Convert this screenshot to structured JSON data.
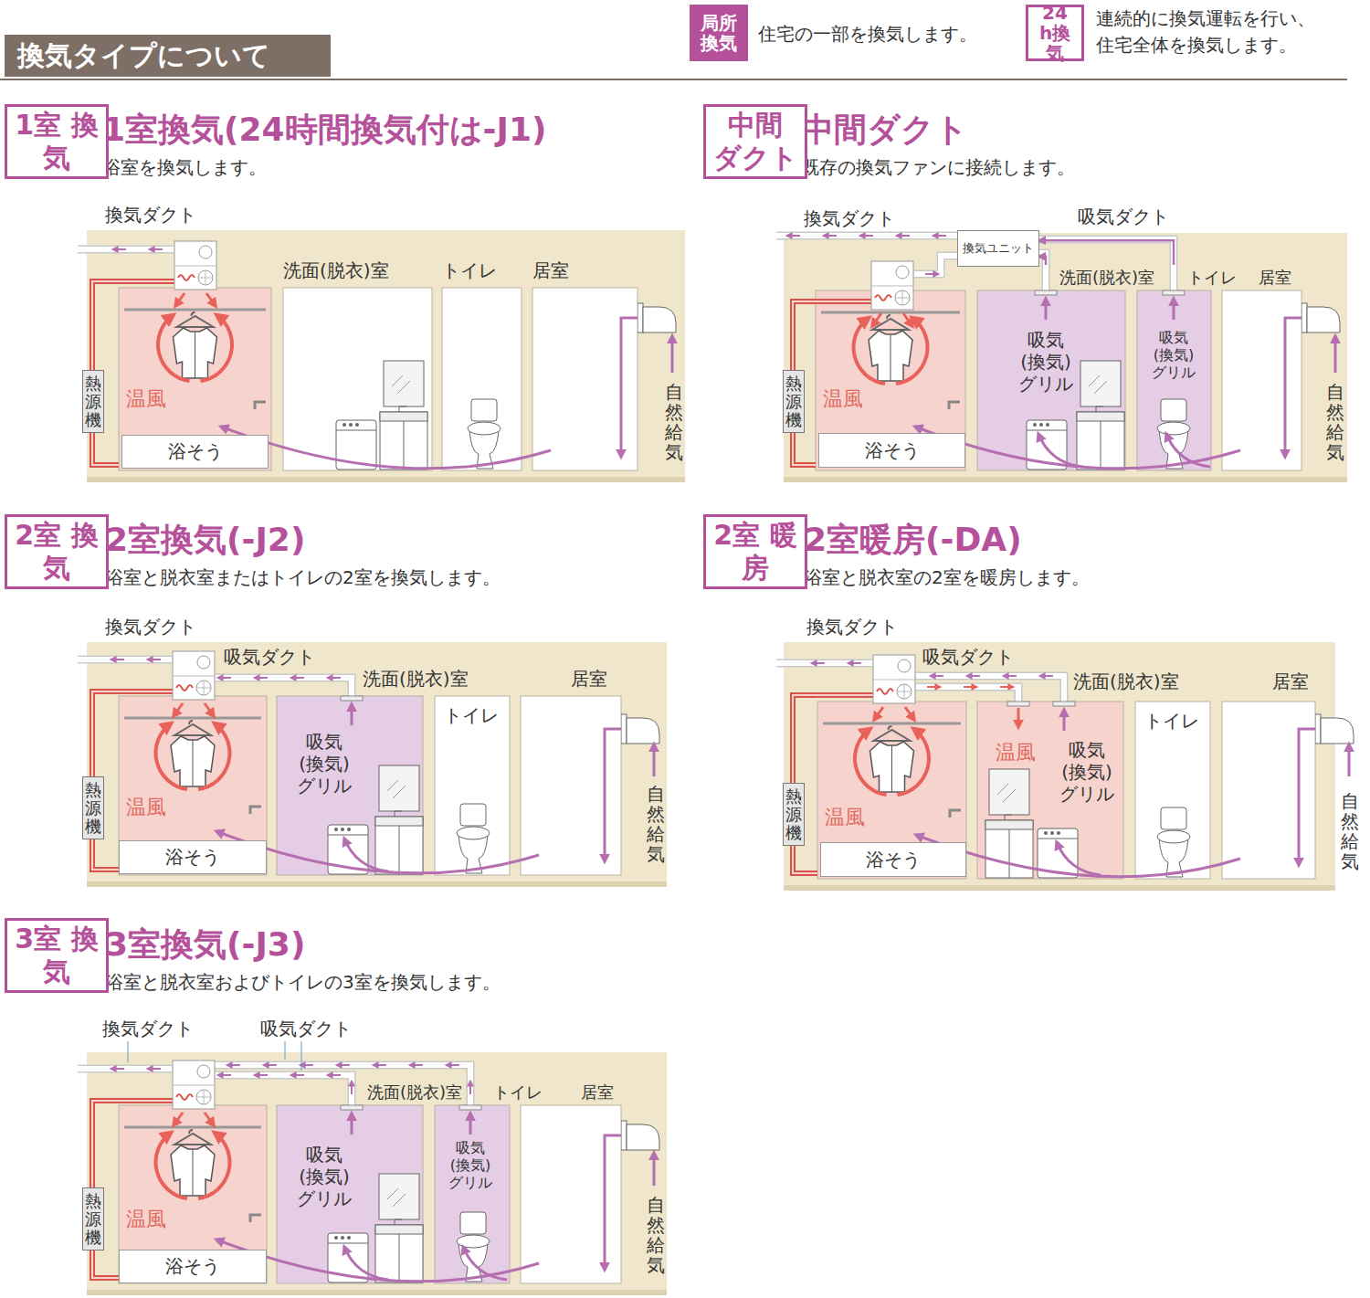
{
  "diagram": {
    "title": "換気タイプについて",
    "nodes": [
      {
        "text": [
          "1室換気(24時間換気付は-J1)",
          "浴室を換気します。"
        ]
      },
      {
        "text": [
          "1室 換気"
        ],
        "in": 0
      },
      {
        "text": [
          "熱源機"
        ],
        "in": 0
      },
      {
        "text": [
          "温風"
        ],
        "in": 0
      },
      {
        "text": [
          "浴そう"
        ],
        "in": 3
      },
      {
        "text": [
          "洗面(脱衣)室"
        ],
        "in": 0
      },
      {
        "text": [
          "トイレ"
        ],
        "in": 0
      },
      {
        "text": [
          "居室"
        ],
        "in": 0
      },
      {
        "text": [
          "中間ダクト",
          "既存の換気ファンに接続します。"
        ]
      },
      {
        "text": [
          "中間 ダクト"
        ],
        "in": 8
      },
      {
        "text": [
          "換気ユニット"
        ],
        "in": 8
      },
      {
        "text": [
          "熱源機"
        ],
        "in": 8
      },
      {
        "text": [
          "温風"
        ],
        "in": 8
      },
      {
        "text": [
          "浴そう"
        ],
        "in": 12
      },
      {
        "text": [
          "洗面(脱衣)室",
          "吸気(換気)グリル"
        ],
        "in": 8
      },
      {
        "text": [
          "トイレ",
          "吸気(換気)グリル"
        ],
        "in": 8
      },
      {
        "text": [
          "居室"
        ],
        "in": 8
      },
      {
        "text": [
          "2室換気(-J2)",
          "浴室と脱衣室またはトイレの2室を換気します。"
        ]
      },
      {
        "text": [
          "2室 換気"
        ],
        "in": 17
      },
      {
        "text": [
          "熱源機"
        ],
        "in": 17
      },
      {
        "text": [
          "温風"
        ],
        "in": 17
      },
      {
        "text": [
          "浴そう"
        ],
        "in": 20
      },
      {
        "text": [
          "洗面(脱衣)室",
          "吸気(換気)グリル"
        ],
        "in": 17
      },
      {
        "text": [
          "トイレ"
        ],
        "in": 17
      },
      {
        "text": [
          "居室"
        ],
        "in": 17
      },
      {
        "text": [
          "2室暖房(-DA)",
          "浴室と脱衣室の2室を暖房します。"
        ]
      },
      {
        "text": [
          "2室 暖房"
        ],
        "in": 25
      },
      {
        "text": [
          "熱源機"
        ],
        "in": 25
      },
      {
        "text": [
          "温風"
        ],
        "in": 25
      },
      {
        "text": [
          "浴そう"
        ],
        "in": 28
      },
      {
        "text": [
          "洗面(脱衣)室",
          "温風",
          "吸気(換気)グリル"
        ],
        "in": 25
      },
      {
        "text": [
          "トイレ"
        ],
        "in": 25
      },
      {
        "text": [
          "居室"
        ],
        "in": 25
      },
      {
        "text": [
          "3室換気(-J3)",
          "浴室と脱衣室およびトイレの3室を換気します。"
        ]
      },
      {
        "text": [
          "3室 換気"
        ],
        "in": 33
      },
      {
        "text": [
          "熱源機"
        ],
        "in": 33
      },
      {
        "text": [
          "温風"
        ],
        "in": 33
      },
      {
        "text": [
          "浴そう"
        ],
        "in": 36
      },
      {
        "text": [
          "洗面(脱衣)室",
          "吸気(換気)グリル"
        ],
        "in": 33
      },
      {
        "text": [
          "トイレ",
          "吸気(換気)グリル"
        ],
        "in": 33
      },
      {
        "text": [
          "居室"
        ],
        "in": 33
      }
    ],
    "edges": [
      {
        "from": 14,
        "to": 10,
        "arrow": "to"
      },
      {
        "from": 15,
        "to": 10,
        "arrow": "to"
      }
    ],
    "labels": [
      "局所換気",
      "24h換気",
      "換気ダクト",
      "自然給気",
      "換気ダクト",
      "吸気ダクト",
      "自然給気",
      "換気ダクト",
      "吸気ダクト",
      "自然給気",
      "換気ダクト",
      "吸気ダクト",
      "自然給気",
      "換気ダクト",
      "吸気ダクト",
      "自然給気"
    ],
    "legend": [
      {
        "text": "住宅の一部を換気します。",
        "color": "#b5509a"
      },
      {
        "text": "連続的に換気運転を行い、住宅全体を換気します。",
        "color": "#ffffff"
      }
    ]
  }
}
